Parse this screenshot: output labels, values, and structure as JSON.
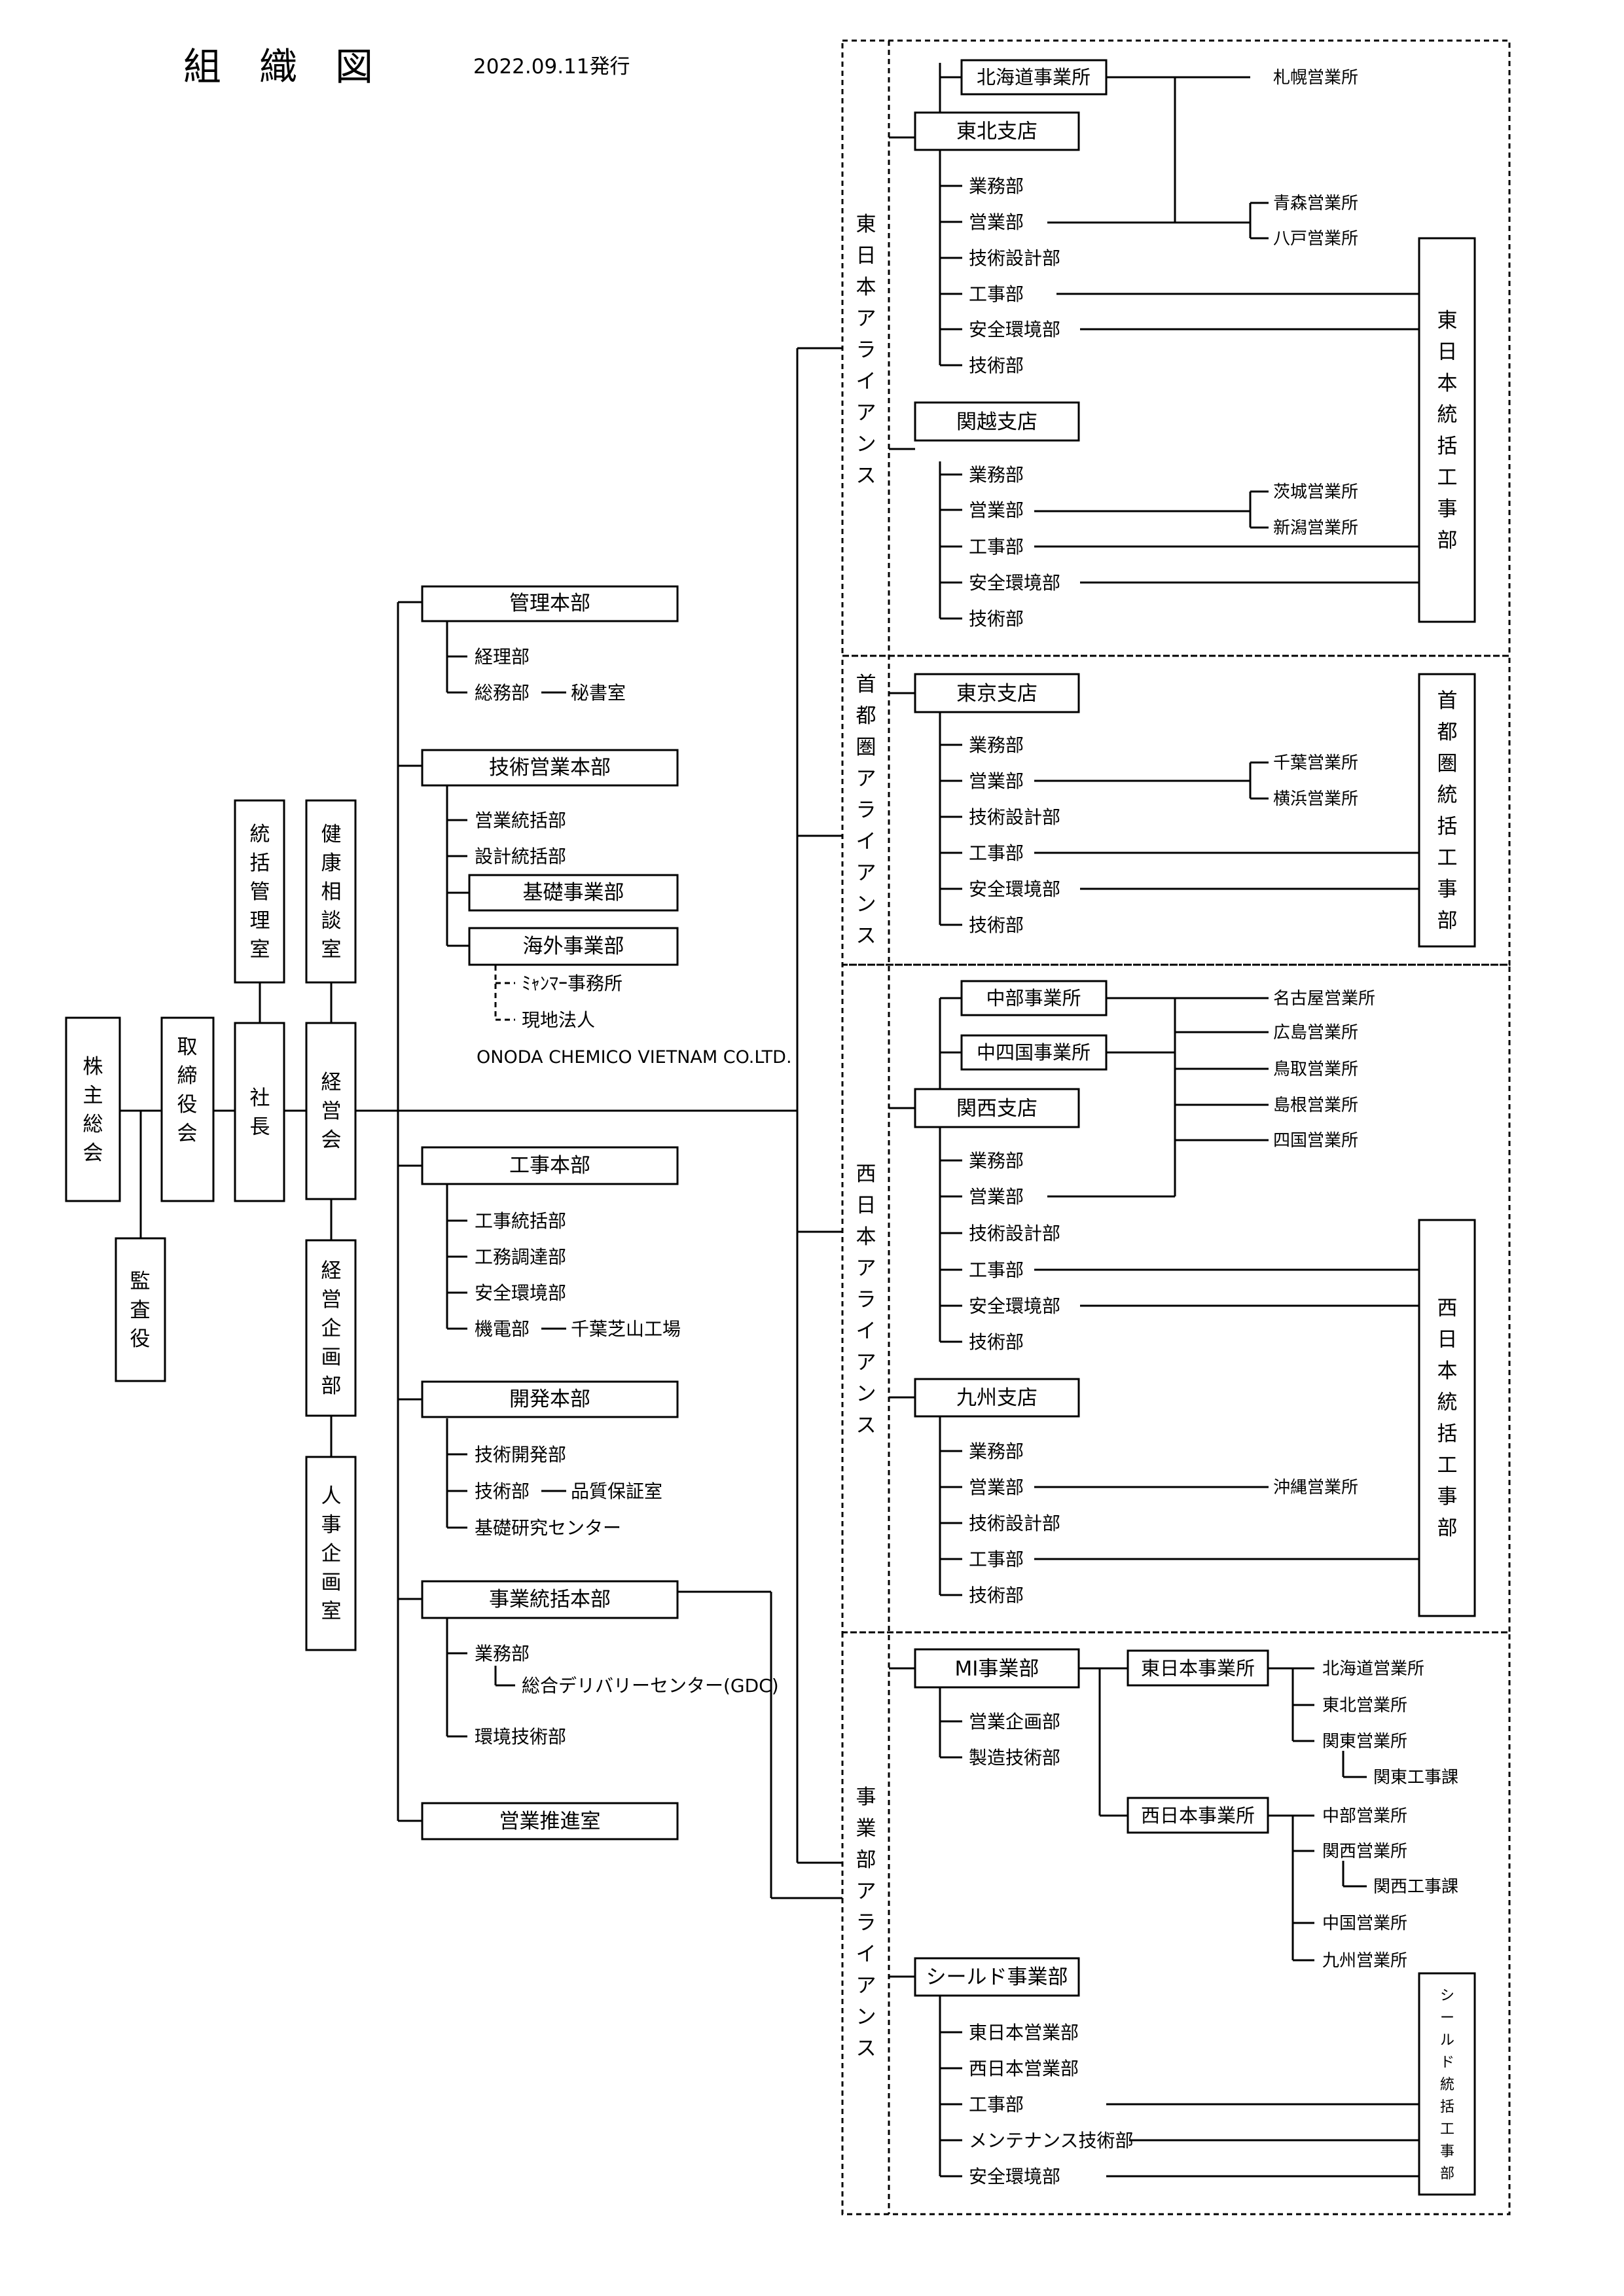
{
  "title": "組　織　図",
  "issued": "2022.09.11発行",
  "left": {
    "shareholders": "株主総会",
    "board": "取締役会",
    "auditor": "監査役",
    "president": "社長",
    "control_office": "統括管理室",
    "health_office": "健康相談室",
    "management_council": "経営会",
    "planning_dept": "経営企画部",
    "hr_planning": "人事企画室"
  },
  "hq": {
    "admin": {
      "title": "管理本部",
      "items": [
        "経理部",
        "総務部"
      ],
      "secretary": "秘書室"
    },
    "tech_sales": {
      "title": "技術営業本部",
      "items": [
        "営業統括部",
        "設計統括部"
      ],
      "foundation": "基礎事業部",
      "overseas": "海外事業部",
      "myanmar": "ﾐｬﾝﾏｰ事務所",
      "local": "現地法人",
      "vietnam": "ONODA CHEMICO VIETNAM CO.LTD."
    },
    "construction": {
      "title": "工事本部",
      "items": [
        "工事統括部",
        "工務調達部",
        "安全環境部",
        "機電部"
      ],
      "factory": "千葉芝山工場"
    },
    "development": {
      "title": "開発本部",
      "items": [
        "技術開発部",
        "技術部",
        "基礎研究センター"
      ],
      "qa": "品質保証室"
    },
    "business_integration": {
      "title": "事業統括本部",
      "business": "業務部",
      "gdc": "総合デリバリーセンター(GDC)",
      "env": "環境技術部"
    },
    "sales_promo": "営業推進室"
  },
  "alliances": {
    "east": {
      "label": "東日本アライアンス",
      "hokkaido": "北海道事業所",
      "sapporo": "札幌営業所",
      "tohoku": {
        "title": "東北支店",
        "items": [
          "業務部",
          "営業部",
          "技術設計部",
          "工事部",
          "安全環境部",
          "技術部"
        ]
      },
      "aomori": "青森営業所",
      "hachinohe": "八戸営業所",
      "kanetsu": {
        "title": "関越支店",
        "items": [
          "業務部",
          "営業部",
          "工事部",
          "安全環境部",
          "技術部"
        ]
      },
      "ibaraki": "茨城営業所",
      "niigata": "新潟営業所",
      "construction": "東日本統括工事部"
    },
    "capital": {
      "label": "首都圏アライアンス",
      "tokyo": {
        "title": "東京支店",
        "items": [
          "業務部",
          "営業部",
          "技術設計部",
          "工事部",
          "安全環境部",
          "技術部"
        ]
      },
      "chiba": "千葉営業所",
      "yokohama": "横浜営業所",
      "construction": "首都圏統括工事部"
    },
    "west": {
      "label": "西日本アライアンス",
      "chubu": "中部事業所",
      "chushikoku": "中四国事業所",
      "offices": [
        "名古屋営業所",
        "広島営業所",
        "鳥取営業所",
        "島根営業所",
        "四国営業所"
      ],
      "kansai": {
        "title": "関西支店",
        "items": [
          "業務部",
          "営業部",
          "技術設計部",
          "工事部",
          "安全環境部",
          "技術部"
        ]
      },
      "kyushu": {
        "title": "九州支店",
        "items": [
          "業務部",
          "営業部",
          "技術設計部",
          "工事部",
          "技術部"
        ]
      },
      "okinawa": "沖縄営業所",
      "construction": "西日本統括工事部"
    },
    "division": {
      "label": "事業部アライアンス",
      "mi": {
        "title": "MI事業部",
        "items": [
          "営業企画部",
          "製造技術部"
        ]
      },
      "east_div": {
        "title": "東日本事業所",
        "items": [
          "北海道営業所",
          "東北営業所",
          "関東営業所"
        ],
        "sub": "関東工事課"
      },
      "west_div": {
        "title": "西日本事業所",
        "items": [
          "中部営業所",
          "関西営業所",
          "中国営業所",
          "九州営業所"
        ],
        "sub": "関西工事課"
      },
      "shield": {
        "title": "シールド事業部",
        "items": [
          "東日本営業部",
          "西日本営業部",
          "工事部",
          "メンテナンス技術部",
          "安全環境部"
        ]
      },
      "shield_construction": "シールド統括工事部"
    }
  }
}
